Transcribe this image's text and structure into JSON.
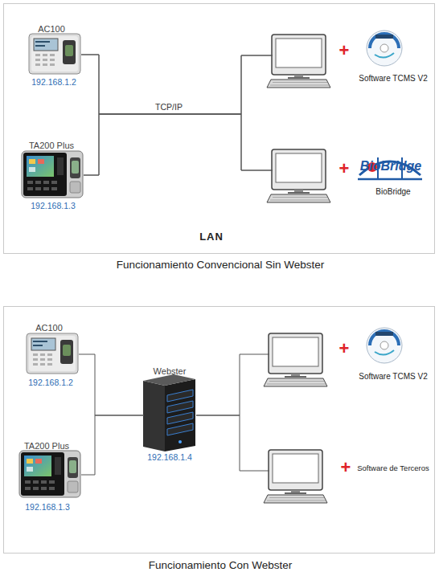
{
  "diagram": {
    "nodes": [
      {
        "text": [
          "LAN",
          "Funcionamiento Convencional Sin Webster"
        ]
      },
      {
        "text": [
          "AC100",
          "192.168.1.2"
        ],
        "in": 0
      },
      {
        "text": [
          "TA200 Plus",
          "192.168.1.3"
        ],
        "in": 0
      },
      {
        "text": [
          "Software TCMS V2"
        ],
        "in": 0
      },
      {
        "text": [
          "BioBridge"
        ],
        "in": 0
      },
      {
        "text": [
          "Funcionamiento Con Webster"
        ]
      },
      {
        "text": [
          "AC100",
          "192.168.1.2"
        ],
        "in": 5
      },
      {
        "text": [
          "TA200 Plus",
          "192.168.1.3"
        ],
        "in": 5
      },
      {
        "text": [
          "Webster",
          "192.168.1.4"
        ],
        "in": 5
      },
      {
        "text": [
          "Software TCMS V2"
        ],
        "in": 5
      },
      {
        "text": [
          "Software de Terceros"
        ],
        "in": 5
      }
    ],
    "edges": [
      {
        "from": 1,
        "to": 3,
        "arrow": "none",
        "label": "TCP/IP"
      },
      {
        "from": 1,
        "to": 4,
        "arrow": "none"
      },
      {
        "from": 2,
        "to": 3,
        "arrow": "none"
      },
      {
        "from": 2,
        "to": 4,
        "arrow": "none"
      },
      {
        "from": 6,
        "to": 8,
        "arrow": "none"
      },
      {
        "from": 7,
        "to": 8,
        "arrow": "none"
      },
      {
        "from": 8,
        "to": 9,
        "arrow": "none"
      },
      {
        "from": 8,
        "to": 10,
        "arrow": "none"
      }
    ],
    "labels": [
      "+",
      "+",
      "BioBridge",
      "+",
      "+"
    ]
  }
}
